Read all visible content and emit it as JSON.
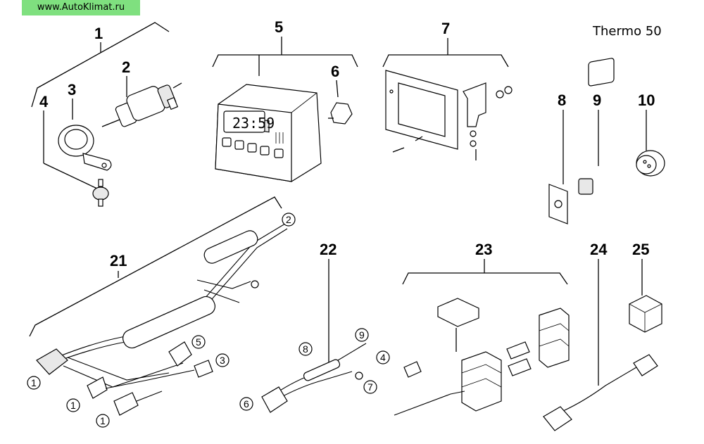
{
  "watermark": "www.AutoKlimat.ru",
  "title": "Thermo 50",
  "timer_display": "23:59",
  "part_numbers": [
    "1",
    "2",
    "3",
    "4",
    "5",
    "6",
    "7",
    "8",
    "9",
    "10",
    "21",
    "22",
    "23",
    "24",
    "25"
  ],
  "callouts": {
    "c21_2": "2",
    "c21_5": "5",
    "c21_3": "3",
    "c21_1a": "1",
    "c21_1b": "1",
    "c21_1c": "1",
    "c22_9": "9",
    "c22_8": "8",
    "c22_4": "4",
    "c22_7": "7",
    "c22_6": "6"
  }
}
